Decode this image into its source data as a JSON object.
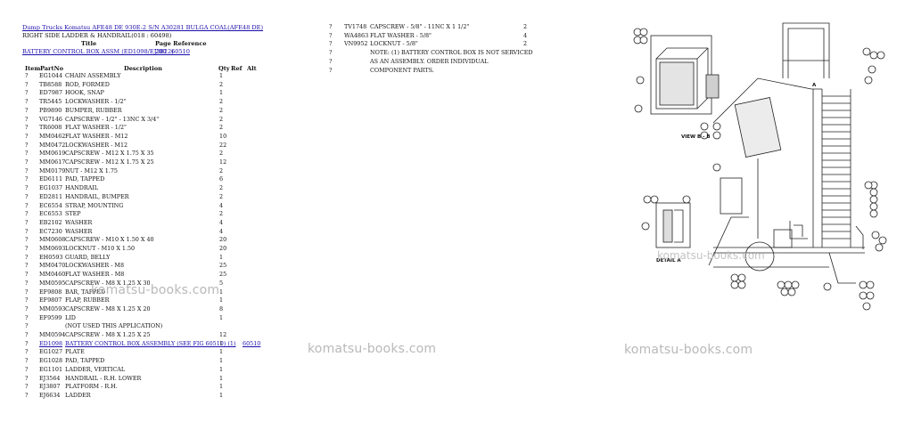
{
  "header": {
    "breadcrumb": "Dump Trucks Komatsu AFE48 DE 930E-2 S/N A30281 BULGA COAL(AFE48 DE)",
    "subtitle": "RIGHT SIDE LADDER & HANDRAIL(018 : 60498)",
    "title_col": "Title",
    "page_ref_col": "Page Reference",
    "ref_title": "BATTERY CONTROL BOX ASSM (ED1098/EJ3822)",
    "ref_num": "200",
    "ref_page": "60510"
  },
  "columns": {
    "item": "Item",
    "part": "PartNo",
    "desc": "Description",
    "qty": "Qty",
    "ref": "Ref",
    "alt": "Alt"
  },
  "left_rows": [
    {
      "item": "?",
      "part": "EG1044",
      "desc": "CHAIN ASSEMBLY",
      "qty": "1"
    },
    {
      "item": "?",
      "part": "TB8588",
      "desc": "ROD, FORMED",
      "qty": "2"
    },
    {
      "item": "?",
      "part": "ED7987",
      "desc": "HOOK, SNAP",
      "qty": "1"
    },
    {
      "item": "?",
      "part": "TR5445",
      "desc": "LOCKWASHER - 1/2\"",
      "qty": "2"
    },
    {
      "item": "?",
      "part": "PB9890",
      "desc": "BUMPER, RUBBER",
      "qty": "2"
    },
    {
      "item": "?",
      "part": "VG7146",
      "desc": "CAPSCREW - 1/2\" - 13NC X 3/4\"",
      "qty": "2"
    },
    {
      "item": "?",
      "part": "TR6008",
      "desc": "FLAT WASHER - 1/2\"",
      "qty": "2"
    },
    {
      "item": "?",
      "part": "MM0462",
      "desc": "FLAT WASHER - M12",
      "qty": "10"
    },
    {
      "item": "?",
      "part": "MM0472",
      "desc": "LOCKWASHER - M12",
      "qty": "22"
    },
    {
      "item": "?",
      "part": "MM0619",
      "desc": "CAPSCREW - M12 X 1.75 X 35",
      "qty": "2"
    },
    {
      "item": "?",
      "part": "MM0617",
      "desc": "CAPSCREW - M12 X 1.75 X 25",
      "qty": "12"
    },
    {
      "item": "?",
      "part": "MM0179",
      "desc": "NUT - M12 X 1.75",
      "qty": "2"
    },
    {
      "item": "?",
      "part": "ED6111",
      "desc": "PAD, TAPPED",
      "qty": "6"
    },
    {
      "item": "?",
      "part": "EG1037",
      "desc": "HANDRAIL",
      "qty": "2"
    },
    {
      "item": "?",
      "part": "ED2811",
      "desc": "HANDRAIL, BUMPER",
      "qty": "2"
    },
    {
      "item": "?",
      "part": "EC6554",
      "desc": "STRAP, MOUNTING",
      "qty": "4"
    },
    {
      "item": "?",
      "part": "EC6553",
      "desc": "STEP",
      "qty": "2"
    },
    {
      "item": "?",
      "part": "EB2102",
      "desc": "WASHER",
      "qty": "4"
    },
    {
      "item": "?",
      "part": "EC7230",
      "desc": "WASHER",
      "qty": "4"
    },
    {
      "item": "?",
      "part": "MM0608",
      "desc": "CAPSCREW - M10 X 1.50 X 40",
      "qty": "20"
    },
    {
      "item": "?",
      "part": "MM0693",
      "desc": "LOCKNUT - M10 X 1.50",
      "qty": "20"
    },
    {
      "item": "?",
      "part": "EH0593",
      "desc": "GUARD, BELLY",
      "qty": "1"
    },
    {
      "item": "?",
      "part": "MM0470",
      "desc": "LOCKWASHER - M8",
      "qty": "25"
    },
    {
      "item": "?",
      "part": "MM0460",
      "desc": "FLAT WASHER - M8",
      "qty": "25"
    },
    {
      "item": "?",
      "part": "MM0595",
      "desc": "CAPSCREW - M8 X 1.25 X 30",
      "qty": "5"
    },
    {
      "item": "?",
      "part": "EF9808",
      "desc": "BAR, TAPPED",
      "qty": "1"
    },
    {
      "item": "?",
      "part": "EF9807",
      "desc": "FLAP, RUBBER",
      "qty": "1"
    },
    {
      "item": "?",
      "part": "MM0593",
      "desc": "CAPSCREW - M8 X 1.25 X 20",
      "qty": "8"
    },
    {
      "item": "?",
      "part": "EF9599",
      "desc": "LID",
      "qty": "1"
    },
    {
      "item": "?",
      "part": "",
      "desc": "(NOT USED THIS APPLICATION)",
      "qty": ""
    },
    {
      "item": "?",
      "part": "MM0594",
      "desc": "CAPSCREW - M8 X 1.25 X 25",
      "qty": "12"
    },
    {
      "item": "?",
      "part": "ED1098",
      "desc": "BATTERY CONTROL BOX ASSEMBLY (SEE FIG 60510) (1)",
      "qty": "1",
      "ref": "60510",
      "link": true
    },
    {
      "item": "?",
      "part": "EG1027",
      "desc": "PLATE",
      "qty": "1"
    },
    {
      "item": "?",
      "part": "EG1028",
      "desc": "PAD, TAPPED",
      "qty": "1"
    },
    {
      "item": "?",
      "part": "EG1101",
      "desc": "LADDER, VERTICAL",
      "qty": "1"
    },
    {
      "item": "?",
      "part": "EJ3564",
      "desc": "HANDRAIL - R.H. LOWER",
      "qty": "1"
    },
    {
      "item": "?",
      "part": "EJ3807",
      "desc": "PLATFORM - R.H.",
      "qty": "1"
    },
    {
      "item": "?",
      "part": "EJ6634",
      "desc": "LADDER",
      "qty": "1"
    }
  ],
  "right_rows": [
    {
      "item": "?",
      "part": "TV1748",
      "desc": "CAPSCREW - 5/8\" - 11NC X 1 1/2\"",
      "qty": "2"
    },
    {
      "item": "?",
      "part": "WA4863",
      "desc": "FLAT WASHER - 5/8\"",
      "qty": "4"
    },
    {
      "item": "?",
      "part": "VN9952",
      "desc": "LOCKNUT - 5/8\"",
      "qty": "2"
    },
    {
      "item": "?",
      "part": "",
      "desc": "NOTE: (1) BATTERY CONTROL BOX IS NOT SERVICED",
      "qty": ""
    },
    {
      "item": "?",
      "part": "",
      "desc": "AS AN ASSEMBLY. ORDER INDIVIDUAL",
      "qty": ""
    },
    {
      "item": "?",
      "part": "",
      "desc": "COMPONENT PARTS.",
      "qty": ""
    }
  ],
  "watermarks": {
    "one": "komatsu-books.com",
    "two": "komatsu-books.com",
    "three": "komatsu-books.com",
    "drawing": "komatsu-books.com"
  },
  "drawing": {
    "view_label": "VIEW B - B",
    "detail_label": "DETAIL A",
    "mark_a": "A"
  }
}
